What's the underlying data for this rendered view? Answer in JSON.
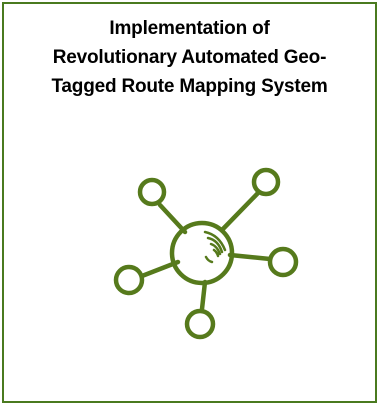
{
  "card": {
    "title_lines": [
      "Implementation of",
      "Revolutionary Automated Geo-",
      "Tagged Route Mapping System"
    ]
  },
  "illustration": {
    "icon": "network-hub-icon",
    "stroke_color": "#567a1c",
    "border_color": "#4a7a1f"
  }
}
